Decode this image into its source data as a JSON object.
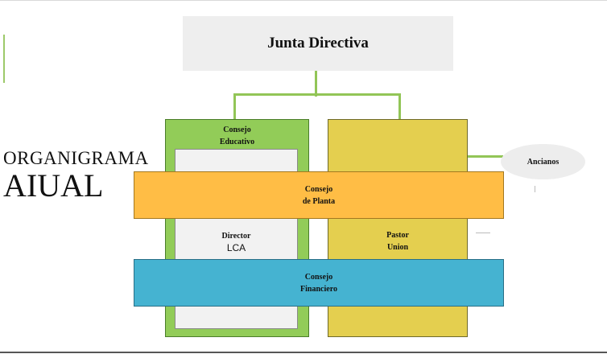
{
  "title": {
    "line1": "ORGANIGRAMA",
    "line2": "AIUAL"
  },
  "nodes": {
    "junta": "Junta Directiva",
    "consejo_educativo": {
      "line1": "Consejo",
      "line2": "Educativo"
    },
    "consejo_planta": {
      "line1": "Consejo",
      "line2": "de Planta"
    },
    "director": {
      "line1": "Director",
      "line2": "LCA"
    },
    "pastor": {
      "line1": "Pastor",
      "line2": "Union"
    },
    "consejo_financiero": {
      "line1": "Consejo",
      "line2": "Financiero"
    },
    "ancianos": "Ancianos"
  },
  "colors": {
    "junta": "#eeeeee",
    "educativo": "#92cc58",
    "pastor": "#e4cf4f",
    "planta": "#ffbd45",
    "financiero": "#45b3d1",
    "connector": "#92c557",
    "ancianos": "#ededed"
  }
}
